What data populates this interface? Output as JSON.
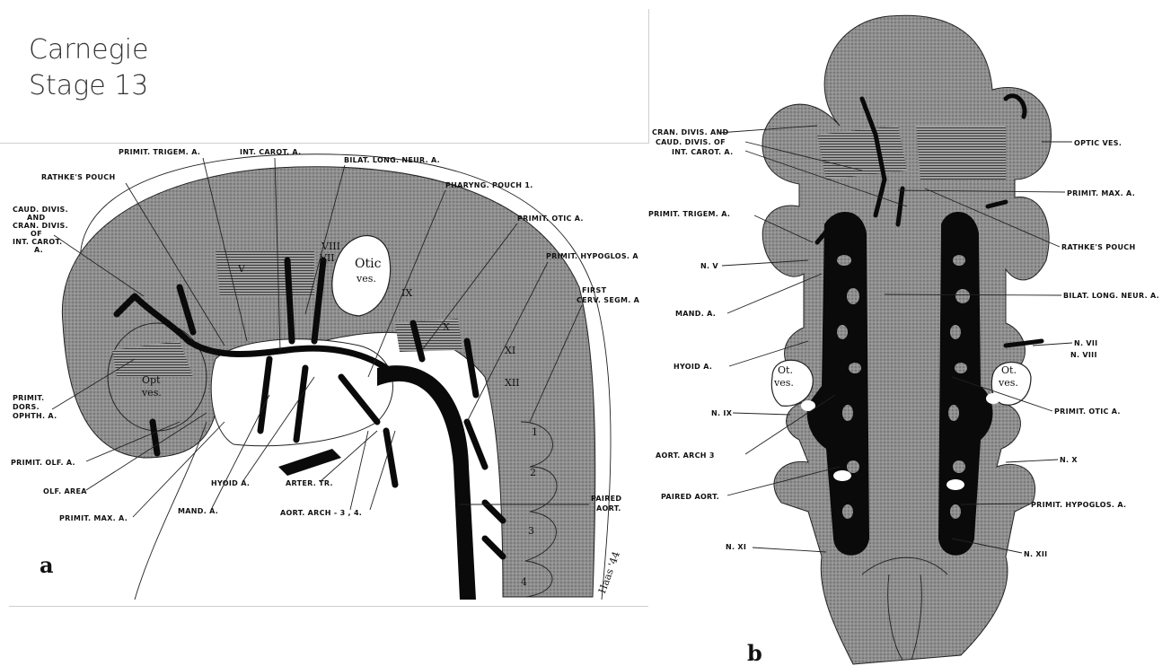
{
  "title": {
    "line1": "Carnegie",
    "line2": "Stage 13"
  },
  "panel_a": {
    "letter": "a",
    "labels": {
      "primit_trigem_a": "PRIMIT. TRIGEM. A.",
      "int_carot_a": "INT. CAROT. A.",
      "bilat_long_neur_a": "BILAT. LONG. NEUR. A.",
      "rathkes_pouch": "RATHKE'S POUCH",
      "pharyng_pouch": "PHARYNG. POUCH 1.",
      "caud_divis_1": "CAUD. DIVIS.",
      "caud_divis_2": "AND",
      "caud_divis_3": "CRAN. DIVIS.",
      "caud_divis_4": "OF",
      "caud_divis_5": "INT. CAROT.",
      "caud_divis_6": "A.",
      "primit_otic_a": "PRIMIT. OTIC A.",
      "primit_hypoglos_a": "PRIMIT. HYPOGLOS. A",
      "first_cerv_segm_1": "FIRST",
      "first_cerv_segm_2": "CERV. SEGM. A",
      "primit_dors_ophth_1": "PRIMIT.",
      "primit_dors_ophth_2": "DORS.",
      "primit_dors_ophth_3": "OPHTH. A.",
      "primit_olf_a": "PRIMIT. OLF. A.",
      "olf_area": "OLF. AREA",
      "primit_max_a": "PRIMIT. MAX. A.",
      "mand_a": "MAND. A.",
      "hyoid_a": "HYOID A.",
      "arter_tr": "ARTER. TR.",
      "aort_arch": "AORT. ARCH - 3 , 4.",
      "paired_aort_1": "PAIRED",
      "paired_aort_2": "AORT.",
      "otic_ves_1": "Otic",
      "otic_ves_2": "ves.",
      "opt_ves_1": "Opt",
      "opt_ves_2": "ves.",
      "nerve_v": "V",
      "nerve_vii": "VII",
      "nerve_viii": "VIII",
      "nerve_ix": "IX",
      "nerve_x": "X",
      "nerve_xi": "XI",
      "nerve_xii": "XII",
      "somite_1": "1",
      "somite_2": "2",
      "somite_3": "3",
      "somite_4": "4",
      "signature": "Haas '44"
    }
  },
  "panel_b": {
    "letter": "b",
    "labels": {
      "cran_divis_1": "CRAN. DIVIS. AND",
      "cran_divis_2": "CAUD. DIVIS. OF",
      "cran_divis_3": "INT. CAROT. A.",
      "optic_ves": "OPTIC VES.",
      "primit_max_a": "PRIMIT. MAX. A.",
      "primit_trigem_a": "PRIMIT. TRIGEM. A.",
      "rathkes_pouch": "RATHKE'S POUCH",
      "n_v": "N. V",
      "bilat_long_neur_a": "BILAT. LONG. NEUR. A.",
      "mand_a": "MAND. A.",
      "n_vii": "N. VII",
      "n_viii": "N. VIII",
      "hyoid_a": "HYOID A.",
      "ot_ves_1": "Ot.",
      "ot_ves_2": "ves.",
      "n_ix": "N. IX",
      "primit_otic_a": "PRIMIT. OTIC A.",
      "aort_arch": "AORT. ARCH  3",
      "n_x": "N. X",
      "paired_aort": "PAIRED AORT.",
      "primit_hypoglos_a": "PRIMIT. HYPOGLOS. A.",
      "n_xi": "N. XI",
      "n_xii": "N. XII"
    }
  },
  "colors": {
    "tissue": "#8a8a8a",
    "vessel": "#0a0a0a",
    "line": "#222222"
  }
}
